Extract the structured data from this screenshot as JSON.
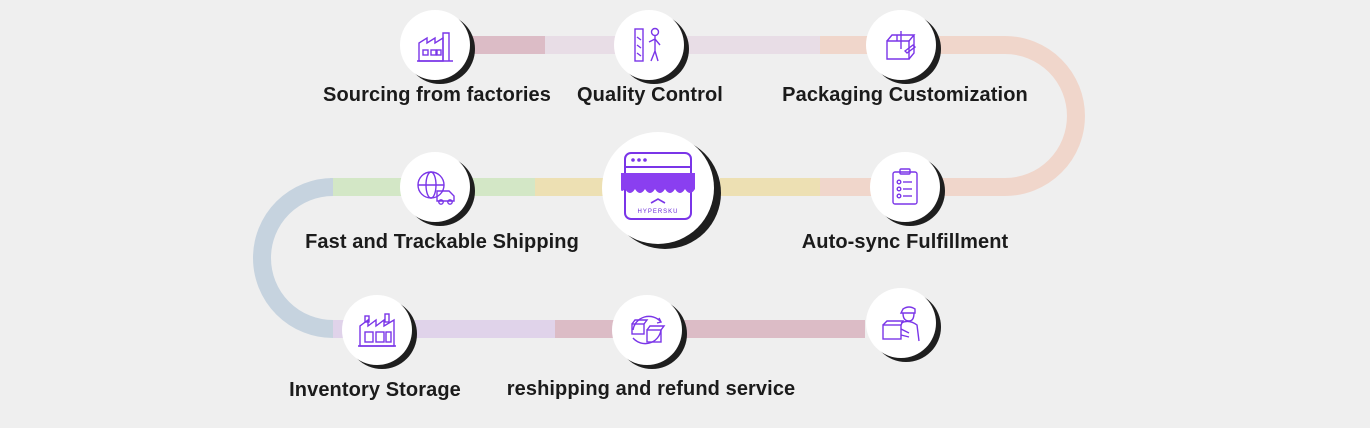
{
  "brand": {
    "name": "HYPERSKU",
    "icon": "shop-awning-icon",
    "accent": "#8a3ff0"
  },
  "steps": [
    {
      "label": "Sourcing from factories",
      "icon": "factory-icon"
    },
    {
      "label": "Quality Control",
      "icon": "inspector-icon"
    },
    {
      "label": "Packaging Customization",
      "icon": "box-packaging-icon"
    },
    {
      "label": "Auto-sync Fulfillment",
      "icon": "clipboard-checklist-icon"
    },
    {
      "label": "Fast and Trackable Shipping",
      "icon": "globe-truck-icon"
    },
    {
      "label": "Inventory Storage",
      "icon": "warehouse-icon"
    },
    {
      "label": "reshipping and refund service",
      "icon": "box-return-icon"
    },
    {
      "label": "",
      "icon": "delivery-person-icon"
    }
  ],
  "path_colors": {
    "pink": "#dcbcc6",
    "lavender": "#e8dde6",
    "peach": "#f0d6cb",
    "green": "#d3e7c6",
    "yellow": "#ede0b3",
    "blue": "#c6d3df",
    "lilac": "#e0d3ea"
  }
}
